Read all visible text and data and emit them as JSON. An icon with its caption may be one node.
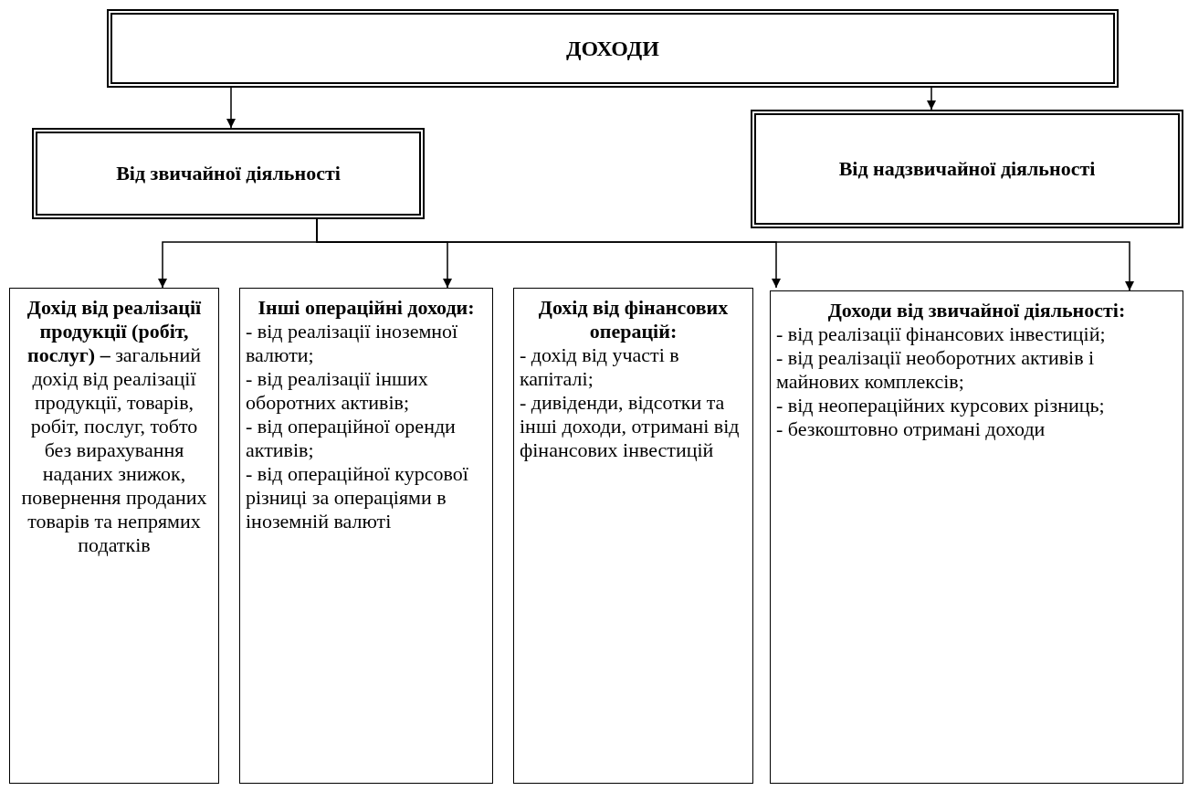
{
  "diagram": {
    "nodes": [
      {
        "text": [
          "ДОХОДИ"
        ]
      },
      {
        "text": [
          "Від звичайної діяльності"
        ]
      },
      {
        "text": [
          "Від надзвичайної діяльності"
        ]
      },
      {
        "text": [
          "**Дохід від реалізації продукції (робіт, послуг) –** загальний дохід від реалізації продукції, товарів, робіт, послуг, тобто без вирахування наданих знижок, повернення проданих товарів та непрямих податків"
        ]
      },
      {
        "text": [
          "Інші операційні доходи:",
          "- від реалізації іноземної валюти;",
          "- від реалізації інших оборотних активів;",
          "- від операційної оренди активів;",
          "- від операційної курсової різниці за операціями в іноземній валюті"
        ]
      },
      {
        "text": [
          "Дохід від фінансових операцій:",
          "- дохід від участі в капіталі;",
          "- дивіденди, відсотки та інші доходи, отримані від фінансових інвестицій"
        ]
      },
      {
        "text": [
          "Доходи від звичайної діяльності:",
          "- від реалізації фінансових інвестицій;",
          "- від реалізації необоротних активів і майнових комплексів;",
          "- від неопераційних курсових різниць;",
          "- безкоштовно отримані доходи"
        ]
      }
    ],
    "edges": [
      {
        "from": 0,
        "to": 1,
        "arrow": "to"
      },
      {
        "from": 0,
        "to": 2,
        "arrow": "to"
      },
      {
        "from": 1,
        "to": 3,
        "arrow": "to"
      },
      {
        "from": 1,
        "to": 4,
        "arrow": "to"
      },
      {
        "from": 1,
        "to": 5,
        "arrow": "to"
      },
      {
        "from": 1,
        "to": 6,
        "arrow": "to"
      }
    ]
  }
}
